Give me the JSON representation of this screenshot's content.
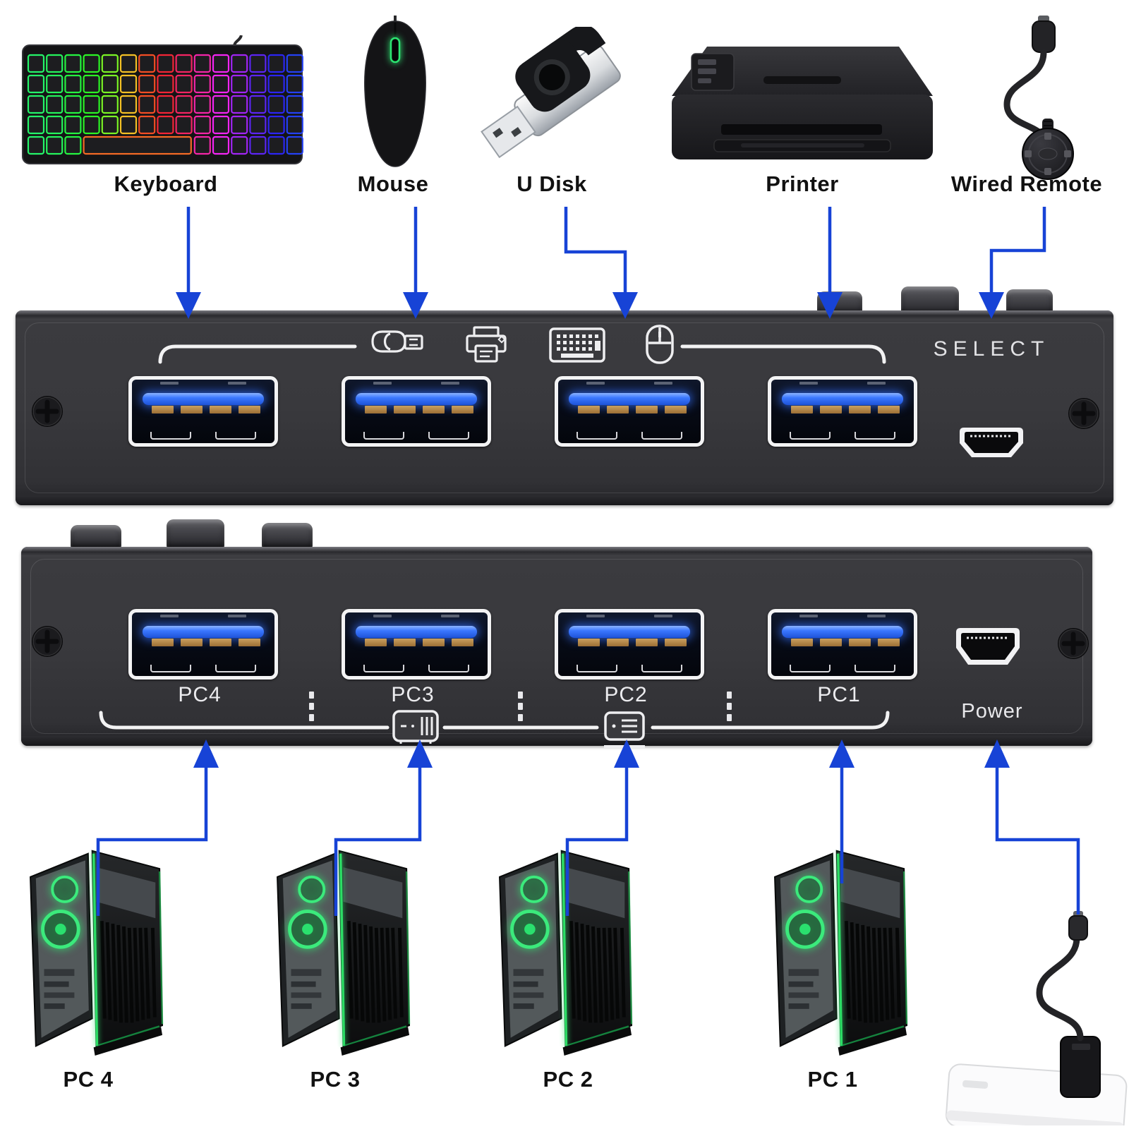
{
  "diagram": {
    "peripherals": [
      {
        "name": "keyboard",
        "label": "Keyboard"
      },
      {
        "name": "mouse",
        "label": "Mouse"
      },
      {
        "name": "u-disk",
        "label": "U Disk"
      },
      {
        "name": "printer",
        "label": "Printer"
      },
      {
        "name": "wired-remote",
        "label": "Wired Remote"
      }
    ],
    "kvm_front_panel": {
      "select_label": "SELECT",
      "usb_port_count": 4,
      "icons": [
        "usb-drive-icon",
        "printer-icon",
        "keyboard-icon",
        "mouse-icon"
      ]
    },
    "kvm_rear_panel": {
      "port_labels": [
        "PC4",
        "PC3",
        "PC2",
        "PC1"
      ],
      "power_label": "Power",
      "usb_port_count": 4,
      "icons": [
        "pc-tower-icon",
        "pc-card-icon"
      ]
    },
    "computers": [
      {
        "label": "PC 4"
      },
      {
        "label": "PC 3"
      },
      {
        "label": "PC 2"
      },
      {
        "label": "PC 1"
      }
    ],
    "power_adapter": {
      "label": "Power"
    },
    "colors": {
      "background": "#ffffff",
      "arrow_blue": "#1743d6",
      "panel_body": "#39393d",
      "panel_edge": "#17171a",
      "port_outline": "#f3f3f4",
      "usb_tongue_blue": "#3a77ff",
      "usb_contact_gold": "#b9894e",
      "panel_text": "#ececef",
      "label_text": "#111111",
      "pc_accent_green": "#2ee86a"
    }
  }
}
